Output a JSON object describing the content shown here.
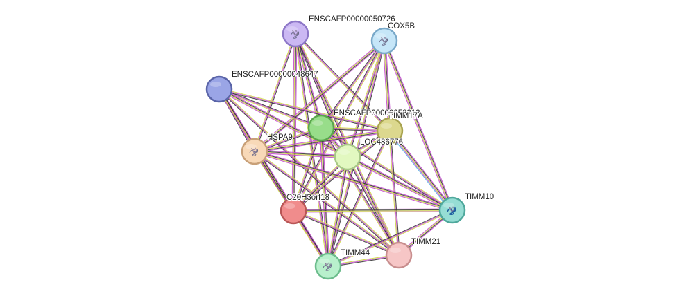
{
  "network": {
    "nodes": [
      {
        "id": "n1",
        "label": "ENSCAFP00000050726",
        "color": "#cbb8f3",
        "stroke": "#8e78c8",
        "icon": "protein-structure-icon"
      },
      {
        "id": "n2",
        "label": "COX5B",
        "color": "#c6e6f8",
        "stroke": "#7aa9c9",
        "icon": "protein-structure-icon"
      },
      {
        "id": "n3",
        "label": "ENSCAFP00000048647",
        "color": "#9aa5e6",
        "stroke": "#5a64a8",
        "icon": ""
      },
      {
        "id": "n4",
        "label": "ENSCAFP00000058313",
        "color": "#98dd8a",
        "stroke": "#5aa64c",
        "icon": ""
      },
      {
        "id": "n5",
        "label": "TIMM17A",
        "color": "#dcd88e",
        "stroke": "#a8a350",
        "icon": ""
      },
      {
        "id": "n6",
        "label": "HSPA9",
        "color": "#f8d9b8",
        "stroke": "#c8a078",
        "icon": "protein-structure-icon"
      },
      {
        "id": "n7",
        "label": "LOC486776",
        "color": "#e2f8c0",
        "stroke": "#a8c888",
        "icon": ""
      },
      {
        "id": "n8",
        "label": "C20H3orf18",
        "color": "#f08c8c",
        "stroke": "#b85656",
        "icon": ""
      },
      {
        "id": "n9",
        "label": "TIMM10",
        "color": "#96ddd4",
        "stroke": "#4fa89c",
        "icon": "protein-structure-icon"
      },
      {
        "id": "n10",
        "label": "TIMM21",
        "color": "#f6c6c6",
        "stroke": "#c88e8e",
        "icon": ""
      },
      {
        "id": "n11",
        "label": "TIMM44",
        "color": "#b8f0cc",
        "stroke": "#6cbc8c",
        "icon": "protein-structure-icon"
      }
    ],
    "edges": [
      [
        "n1",
        "n6"
      ],
      [
        "n1",
        "n4"
      ],
      [
        "n1",
        "n7"
      ],
      [
        "n1",
        "n5"
      ],
      [
        "n1",
        "n8"
      ],
      [
        "n1",
        "n10"
      ],
      [
        "n1",
        "n11"
      ],
      [
        "n2",
        "n6"
      ],
      [
        "n2",
        "n4"
      ],
      [
        "n2",
        "n7"
      ],
      [
        "n2",
        "n5"
      ],
      [
        "n2",
        "n8"
      ],
      [
        "n2",
        "n11"
      ],
      [
        "n2",
        "n9"
      ],
      [
        "n3",
        "n6"
      ],
      [
        "n3",
        "n4"
      ],
      [
        "n3",
        "n7"
      ],
      [
        "n3",
        "n5"
      ],
      [
        "n3",
        "n8"
      ],
      [
        "n3",
        "n11"
      ],
      [
        "n3",
        "n10"
      ],
      [
        "n4",
        "n6"
      ],
      [
        "n4",
        "n7"
      ],
      [
        "n4",
        "n5"
      ],
      [
        "n4",
        "n8"
      ],
      [
        "n4",
        "n11"
      ],
      [
        "n4",
        "n9"
      ],
      [
        "n4",
        "n10"
      ],
      [
        "n5",
        "n6"
      ],
      [
        "n5",
        "n7"
      ],
      [
        "n5",
        "n8"
      ],
      [
        "n5",
        "n9"
      ],
      [
        "n5",
        "n11"
      ],
      [
        "n5",
        "n10"
      ],
      [
        "n6",
        "n7"
      ],
      [
        "n6",
        "n8"
      ],
      [
        "n6",
        "n11"
      ],
      [
        "n6",
        "n9"
      ],
      [
        "n6",
        "n10"
      ],
      [
        "n7",
        "n8"
      ],
      [
        "n7",
        "n9"
      ],
      [
        "n7",
        "n10"
      ],
      [
        "n7",
        "n11"
      ],
      [
        "n8",
        "n9"
      ],
      [
        "n8",
        "n10"
      ],
      [
        "n8",
        "n11"
      ],
      [
        "n9",
        "n10"
      ],
      [
        "n9",
        "n11"
      ],
      [
        "n10",
        "n11"
      ]
    ],
    "edge_colors": [
      "#3a3a3a",
      "#c44ccf",
      "#cfd64a",
      "#5ab8e0"
    ]
  }
}
